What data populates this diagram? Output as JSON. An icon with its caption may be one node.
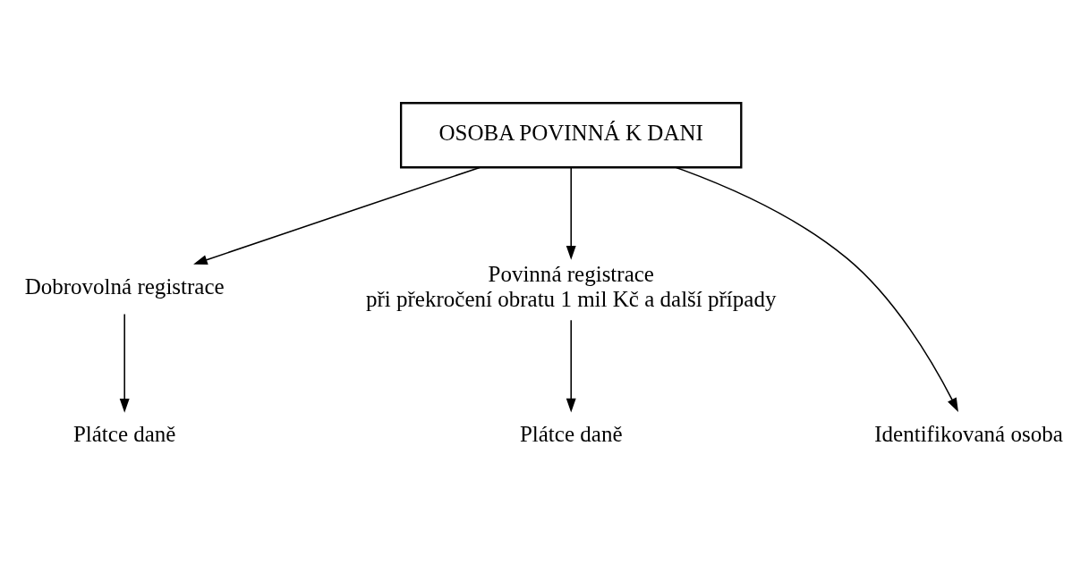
{
  "diagram": {
    "nodes": [
      {
        "text": [
          "OSOBA POVINNÁ K DANI"
        ]
      },
      {
        "text": [
          "Dobrovolná registrace"
        ]
      },
      {
        "text": [
          "Povinná registrace",
          "při překročení obratu 1 mil Kč a další případy"
        ]
      },
      {
        "text": [
          "Plátce daně"
        ]
      },
      {
        "text": [
          "Identifikovaná osoba"
        ]
      },
      {
        "text": [
          "Plátce daně"
        ]
      }
    ],
    "edges": [
      {
        "from": 0,
        "to": 1,
        "arrow": "to"
      },
      {
        "from": 0,
        "to": 4,
        "arrow": "to"
      },
      {
        "from": 0,
        "to": 2,
        "arrow": "to"
      },
      {
        "from": 1,
        "to": 3,
        "arrow": "to"
      },
      {
        "from": 2,
        "to": 5,
        "arrow": "to"
      }
    ]
  }
}
